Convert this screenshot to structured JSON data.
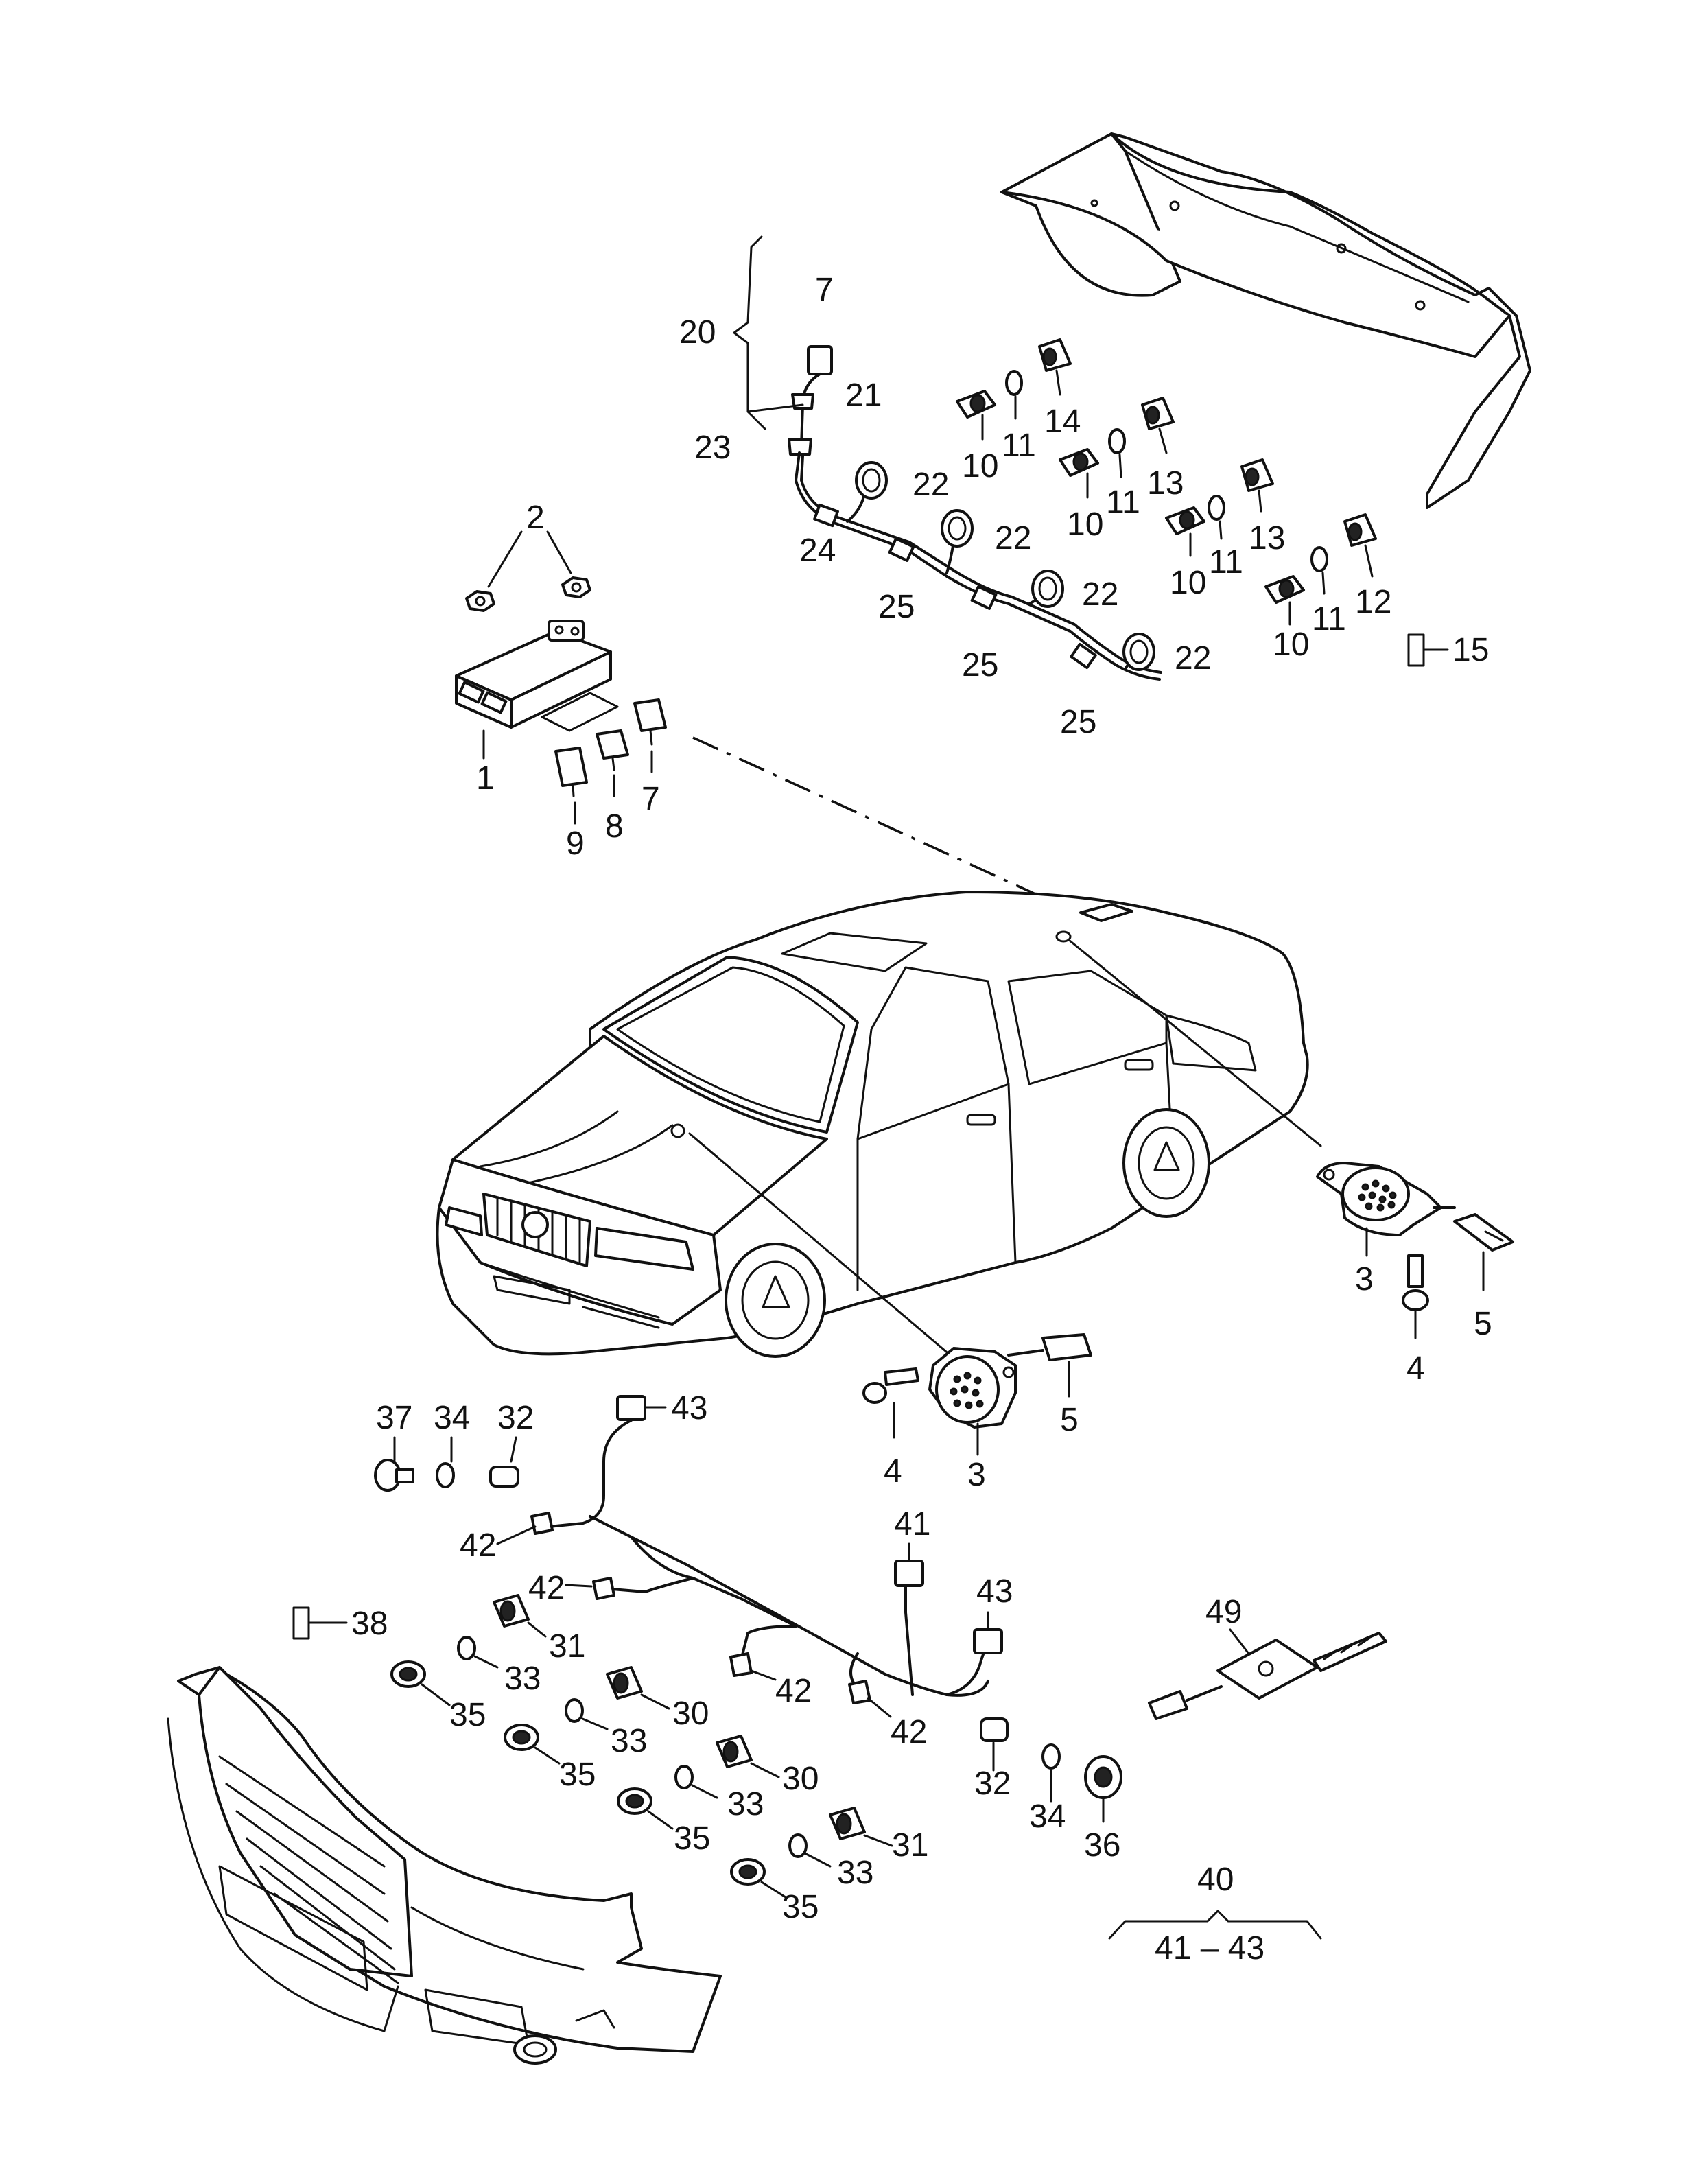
{
  "labels": {
    "l1": "1",
    "l2": "2",
    "l3a": "3",
    "l3b": "3",
    "l4a": "4",
    "l4b": "4",
    "l5a": "5",
    "l5b": "5",
    "l7a": "7",
    "l7b": "7",
    "l8": "8",
    "l9": "9",
    "l10a": "10",
    "l10b": "10",
    "l10c": "10",
    "l10d": "10",
    "l11a": "11",
    "l11b": "11",
    "l11c": "11",
    "l11d": "11",
    "l12": "12",
    "l13a": "13",
    "l13b": "13",
    "l14": "14",
    "l15": "15",
    "l20": "20",
    "l21": "21",
    "l22a": "22",
    "l22b": "22",
    "l22c": "22",
    "l22d": "22",
    "l23": "23",
    "l24": "24",
    "l25a": "25",
    "l25b": "25",
    "l25c": "25",
    "l30a": "30",
    "l30b": "30",
    "l31a": "31",
    "l31b": "31",
    "l32a": "32",
    "l32b": "32",
    "l33a": "33",
    "l33b": "33",
    "l33c": "33",
    "l33d": "33",
    "l34a": "34",
    "l34b": "34",
    "l35a": "35",
    "l35b": "35",
    "l35c": "35",
    "l35d": "35",
    "l36": "36",
    "l37": "37",
    "l38": "38",
    "l40": "40",
    "l4143": "41 – 43",
    "l41": "41",
    "l42a": "42",
    "l42b": "42",
    "l42c": "42",
    "l42d": "42",
    "l43a": "43",
    "l43b": "43",
    "l49": "49"
  }
}
